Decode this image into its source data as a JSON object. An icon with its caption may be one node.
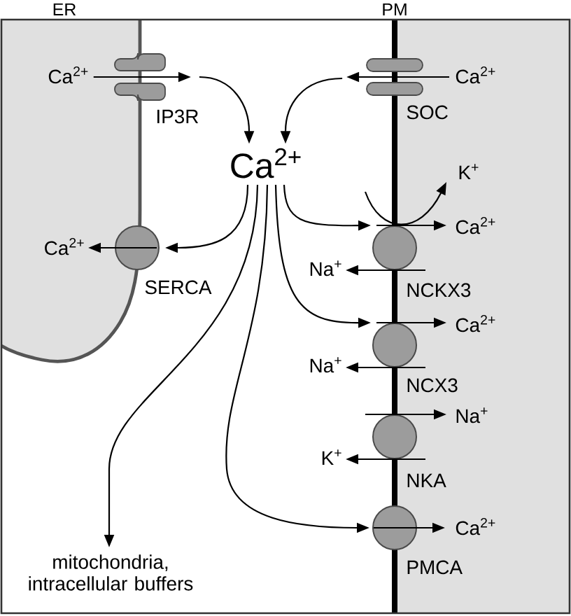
{
  "diagram": {
    "nodes": [
      {
        "text": [
          "Ca$^{2+}$"
        ]
      },
      {
        "text": [
          "IP3R"
        ]
      },
      {
        "text": [
          "SOC"
        ]
      },
      {
        "text": [
          "Ca$^{2+}$"
        ]
      },
      {
        "text": [
          "Ca$^{2+}$"
        ]
      },
      {
        "text": [
          "K$^{+}$"
        ]
      },
      {
        "text": [
          "Ca$^{2+}$"
        ]
      },
      {
        "text": [
          "SERCA"
        ]
      },
      {
        "text": [
          "Ca$^{2+}$"
        ]
      },
      {
        "text": [
          "Na$^{+}$"
        ]
      },
      {
        "text": [
          "NCKX3"
        ]
      },
      {
        "text": [
          "Ca$^{2+}$"
        ]
      },
      {
        "text": [
          "Na$^{+}$"
        ]
      },
      {
        "text": [
          "NCX3"
        ]
      },
      {
        "text": [
          "Na$^{+}$"
        ]
      },
      {
        "text": [
          "K$^{+}$"
        ]
      },
      {
        "text": [
          "NKA"
        ]
      },
      {
        "text": [
          "mitochondria, intracellular buffers"
        ]
      },
      {
        "text": [
          "PMCA"
        ]
      },
      {
        "text": [
          "Ca$^{2+}$"
        ]
      }
    ],
    "edges": [
      {
        "from": 0,
        "to": 1,
        "arrow": "to"
      },
      {
        "from": 1,
        "to": 4,
        "arrow": "to"
      },
      {
        "from": 3,
        "to": 2,
        "arrow": "to"
      },
      {
        "from": 2,
        "to": 4,
        "arrow": "to"
      },
      {
        "from": 4,
        "to": 7,
        "arrow": "to"
      },
      {
        "from": 7,
        "to": 6,
        "arrow": "to"
      },
      {
        "from": 4,
        "to": 10,
        "arrow": "to"
      },
      {
        "from": 10,
        "to": 8,
        "arrow": "to"
      },
      {
        "from": 10,
        "to": 9,
        "arrow": "to"
      },
      {
        "from": 10,
        "to": 5,
        "arrow": "to"
      },
      {
        "from": 4,
        "to": 13,
        "arrow": "to"
      },
      {
        "from": 13,
        "to": 11,
        "arrow": "to"
      },
      {
        "from": 13,
        "to": 12,
        "arrow": "to"
      },
      {
        "from": 16,
        "to": 14,
        "arrow": "to"
      },
      {
        "from": 16,
        "to": 15,
        "arrow": "to"
      },
      {
        "from": 4,
        "to": 17,
        "arrow": "to"
      },
      {
        "from": 4,
        "to": 18,
        "arrow": "to"
      },
      {
        "from": 18,
        "to": 19,
        "arrow": "to"
      }
    ],
    "labels": [
      "ER",
      "PM"
    ]
  }
}
